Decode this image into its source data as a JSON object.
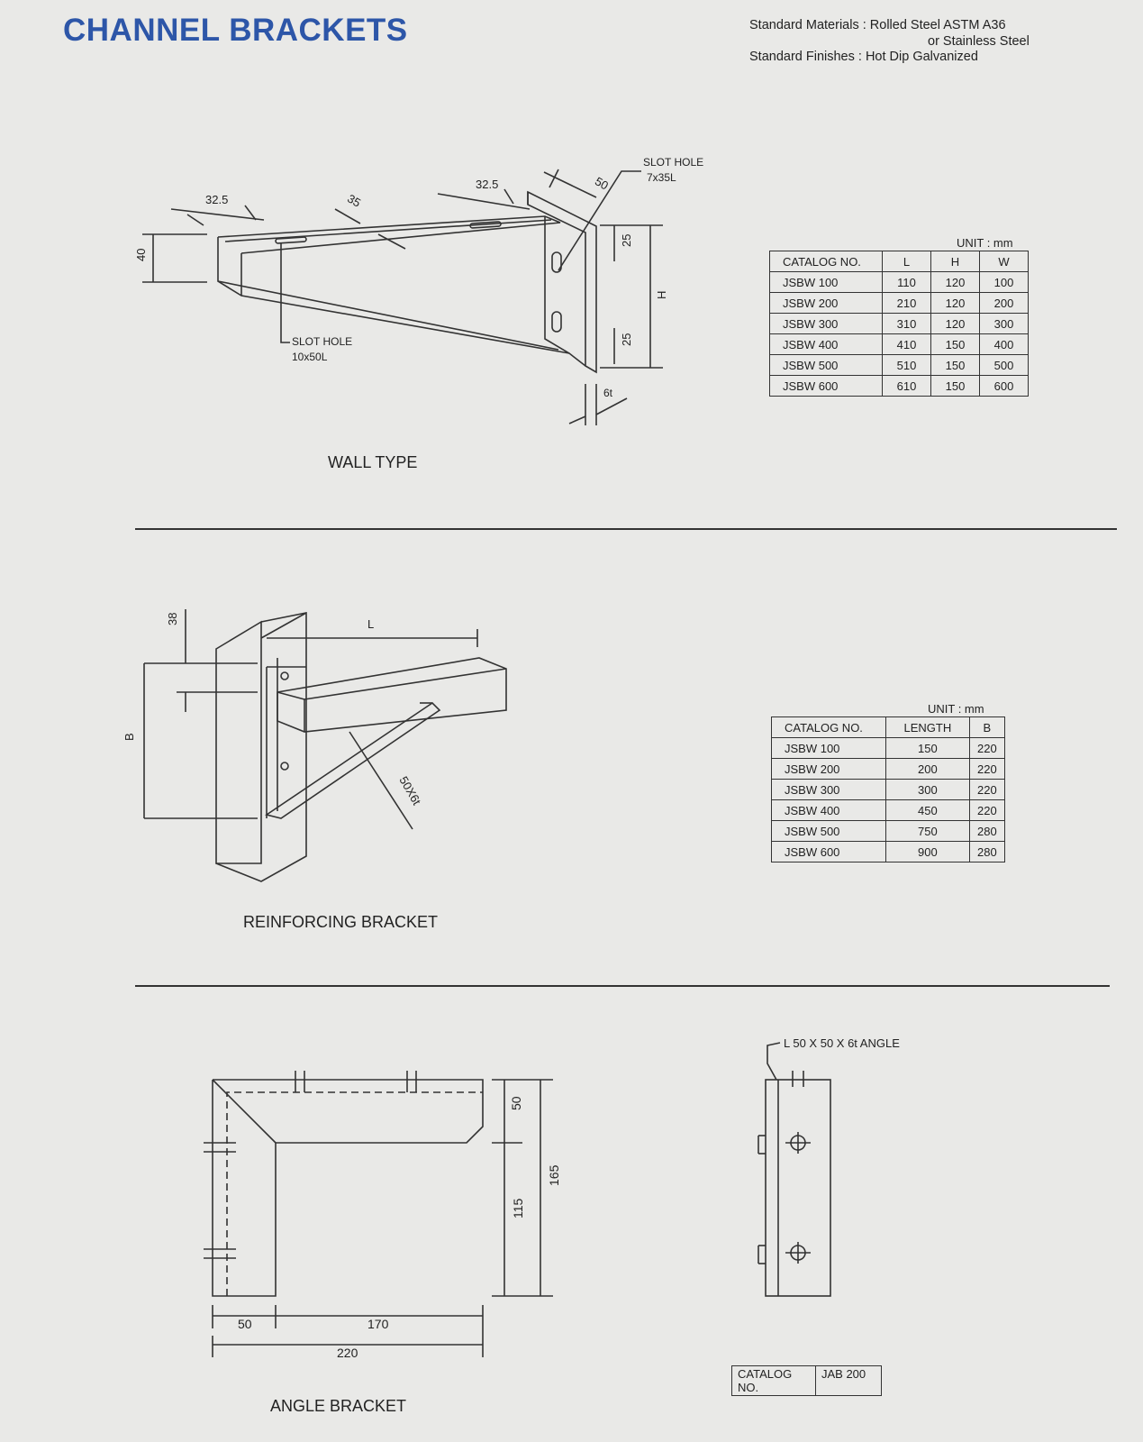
{
  "header": {
    "title": "CHANNEL BRACKETS",
    "materials_line1": "Standard Materials : Rolled Steel ASTM A36",
    "materials_line2": "or Stainless Steel",
    "finishes": "Standard Finishes : Hot Dip Galvanized"
  },
  "wall_type": {
    "caption": "WALL TYPE",
    "labels": {
      "dim_40": "40",
      "dim_32_5_left": "32.5",
      "dim_35": "35",
      "dim_32_5_right": "32.5",
      "dim_50": "50",
      "slot_hole_top": "SLOT HOLE",
      "slot_hole_top_size": "7x35L",
      "slot_hole_bottom": "SLOT HOLE",
      "slot_hole_bottom_size": "10x50L",
      "dim_25_top": "25",
      "dim_25_bottom": "25",
      "dim_h": "H",
      "dim_6t": "6t"
    },
    "table": {
      "unit": "UNIT : mm",
      "headers": [
        "CATALOG NO.",
        "L",
        "H",
        "W"
      ],
      "rows": [
        [
          "JSBW 100",
          "110",
          "120",
          "100"
        ],
        [
          "JSBW 200",
          "210",
          "120",
          "200"
        ],
        [
          "JSBW 300",
          "310",
          "120",
          "300"
        ],
        [
          "JSBW 400",
          "410",
          "150",
          "400"
        ],
        [
          "JSBW 500",
          "510",
          "150",
          "500"
        ],
        [
          "JSBW 600",
          "610",
          "150",
          "600"
        ]
      ]
    }
  },
  "reinforcing": {
    "caption": "REINFORCING BRACKET",
    "labels": {
      "dim_38": "38",
      "dim_l": "L",
      "dim_b": "B",
      "dim_50x6t": "50X6t"
    },
    "table": {
      "unit": "UNIT : mm",
      "headers": [
        "CATALOG NO.",
        "LENGTH",
        "B"
      ],
      "rows": [
        [
          "JSBW 100",
          "150",
          "220"
        ],
        [
          "JSBW 200",
          "200",
          "220"
        ],
        [
          "JSBW 300",
          "300",
          "220"
        ],
        [
          "JSBW 400",
          "450",
          "220"
        ],
        [
          "JSBW 500",
          "750",
          "280"
        ],
        [
          "JSBW 600",
          "900",
          "280"
        ]
      ]
    }
  },
  "angle": {
    "caption": "ANGLE BRACKET",
    "labels": {
      "dim_50_v": "50",
      "dim_115": "115",
      "dim_165": "165",
      "dim_50_h": "50",
      "dim_170": "170",
      "dim_220": "220",
      "angle_spec": "L 50 X 50 X 6t ANGLE"
    },
    "catalog_label": "CATALOG NO.",
    "catalog_value": "JAB 200"
  }
}
